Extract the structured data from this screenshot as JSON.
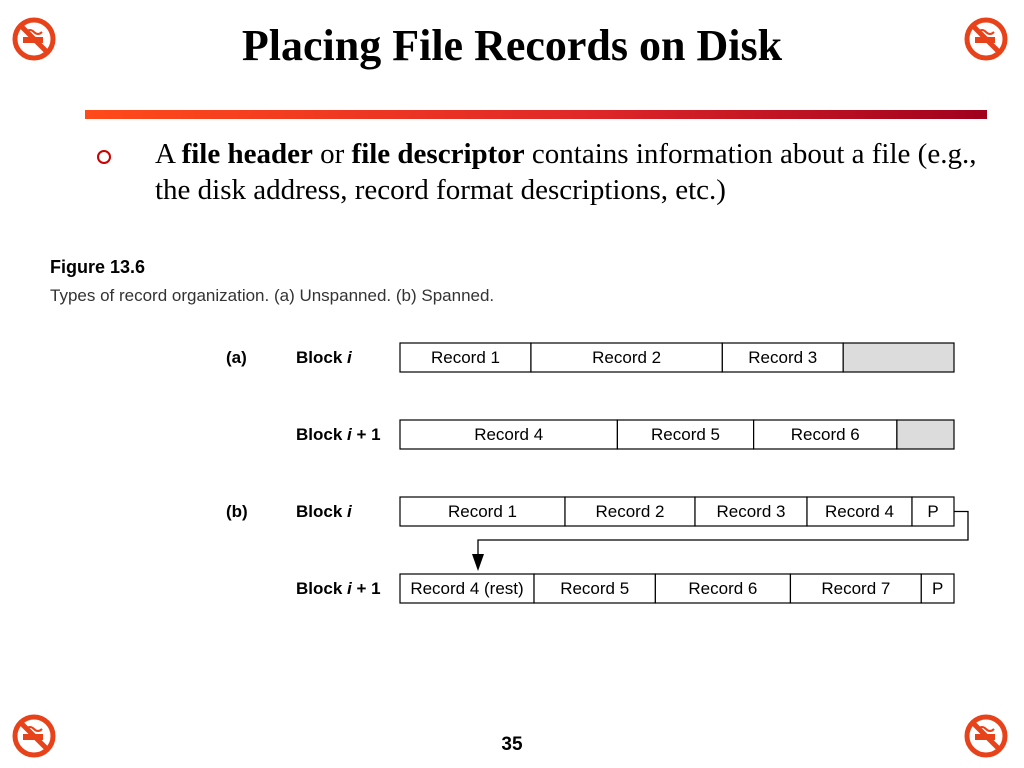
{
  "slide": {
    "title": "Placing File Records on Disk",
    "page_number": "35"
  },
  "bullet": {
    "prefix": "A ",
    "term1": "file header",
    "middle": " or ",
    "term2": "file descriptor",
    "rest": " contains information about a file (e.g., the disk address, record format descriptions, etc.)"
  },
  "figure": {
    "title": "Figure 13.6",
    "caption": "Types of record organization. (a) Unspanned. (b) Spanned."
  },
  "colors": {
    "accent": "#e02828",
    "unused_space": "#dcdcdc",
    "logo": "#e8421a"
  },
  "icons": {
    "corner_logo": "no-smoking-icon",
    "bullet": "hollow-circle-bullet"
  },
  "diagram": {
    "groups": [
      {
        "label": "(a)",
        "rows": [
          {
            "block_label_prefix": "Block ",
            "block_label_var": "i",
            "block_label_suffix": "",
            "cells": [
              {
                "label": "Record 1",
                "units": 13
              },
              {
                "label": "Record 2",
                "units": 19
              },
              {
                "label": "Record 3",
                "units": 12
              },
              {
                "label": "",
                "units": 11,
                "unused": true
              }
            ]
          },
          {
            "block_label_prefix": "Block ",
            "block_label_var": "i",
            "block_label_suffix": " + 1",
            "cells": [
              {
                "label": "Record 4",
                "units": 21.7
              },
              {
                "label": "Record 5",
                "units": 13.6
              },
              {
                "label": "Record 6",
                "units": 14.3
              },
              {
                "label": "",
                "units": 5.7,
                "unused": true
              }
            ]
          }
        ]
      },
      {
        "label": "(b)",
        "rows": [
          {
            "block_label_prefix": "Block ",
            "block_label_var": "i",
            "block_label_suffix": "",
            "cells": [
              {
                "label": "Record 1",
                "units": 16.5
              },
              {
                "label": "Record 2",
                "units": 13
              },
              {
                "label": "Record 3",
                "units": 11.2
              },
              {
                "label": "Record 4",
                "units": 10.5
              },
              {
                "label": "P",
                "units": 4.2
              }
            ]
          },
          {
            "block_label_prefix": "Block ",
            "block_label_var": "i",
            "block_label_suffix": " + 1",
            "cells": [
              {
                "label": "Record 4 (rest)",
                "units": 12.7
              },
              {
                "label": "Record 5",
                "units": 11.5
              },
              {
                "label": "Record 6",
                "units": 12.8
              },
              {
                "label": "Record 7",
                "units": 12.4
              },
              {
                "label": "P",
                "units": 3.1
              }
            ]
          }
        ]
      }
    ]
  }
}
